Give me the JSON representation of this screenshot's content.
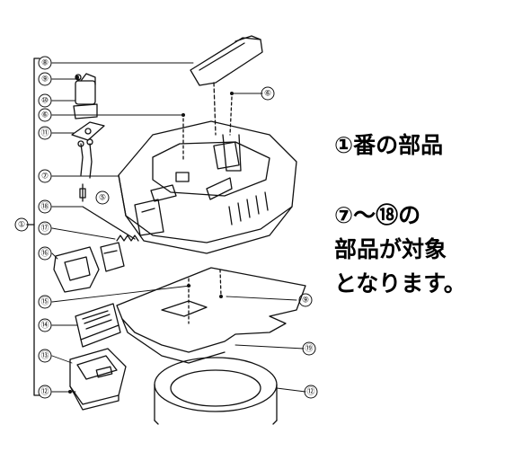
{
  "caption_main": "①番の部品",
  "caption_range": [
    "⑦〜⑱の",
    "部品が対象",
    "となります。"
  ],
  "callouts": [
    "⑧",
    "⑨",
    "⑩",
    "⑥",
    "⑪",
    "⑦",
    "⑱",
    "⑰",
    "⑯",
    "①",
    "⑮",
    "⑭",
    "⑬",
    "⑫",
    "⑤",
    "⑥",
    "⑨",
    "⑲",
    "⑫"
  ],
  "colors": {
    "ink": "#000000",
    "paper": "#ffffff"
  }
}
